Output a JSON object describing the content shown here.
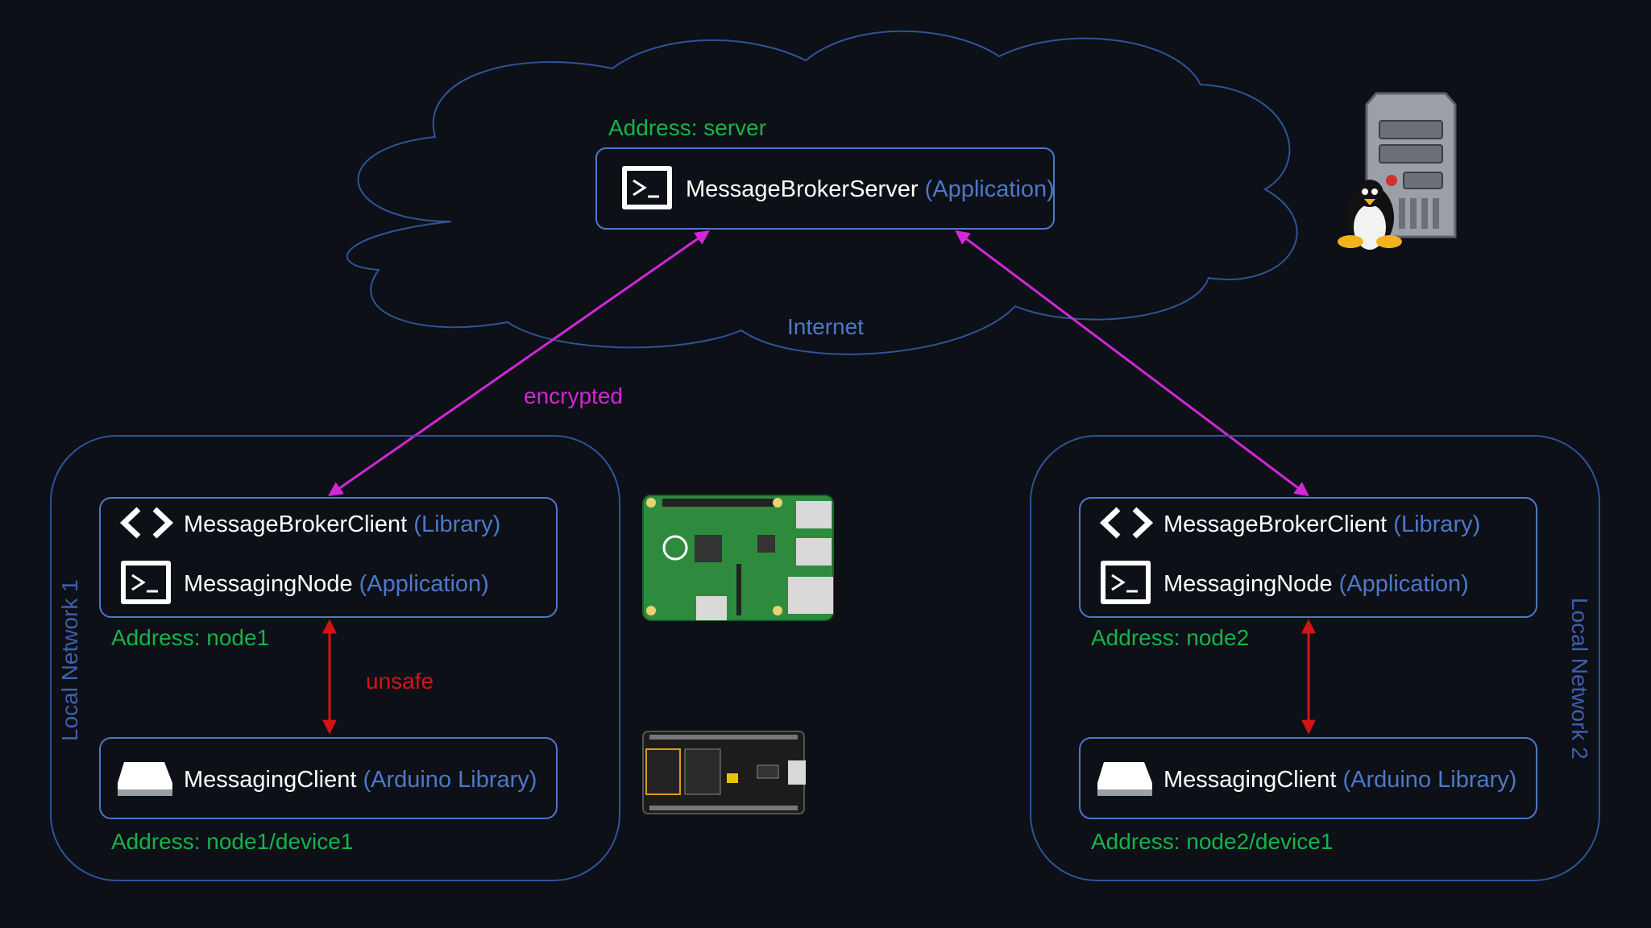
{
  "colors": {
    "background": "#0d1017",
    "box_border": "#4d78c8",
    "encrypted_link": "#d326d9",
    "unsafe_link": "#d31414",
    "address": "#16b34a",
    "type_label": "#4d78c8"
  },
  "cloud": {
    "label": "Internet",
    "server": {
      "address": "Address: server",
      "name": "MessageBrokerServer",
      "type": "(Application)",
      "icon": "terminal-icon"
    },
    "server_hardware_icon": "linux-server-icon"
  },
  "links": {
    "encrypted_label": "encrypted",
    "unsafe_label": "unsafe"
  },
  "network1": {
    "label": "Local Network 1",
    "node": {
      "library_name": "MessageBrokerClient",
      "library_type": "(Library)",
      "app_name": "MessagingNode",
      "app_type": "(Application)",
      "address": "Address: node1"
    },
    "device": {
      "name": "MessagingClient",
      "type": "(Arduino Library)",
      "address": "Address: node1/device1"
    }
  },
  "network2": {
    "label": "Local Network 2",
    "node": {
      "library_name": "MessageBrokerClient",
      "library_type": "(Library)",
      "app_name": "MessagingNode",
      "app_type": "(Application)",
      "address": "Address: node2"
    },
    "device": {
      "name": "MessagingClient",
      "type": "(Arduino Library)",
      "address": "Address: node2/device1"
    }
  },
  "hardware": {
    "raspberry_pi_icon": "raspberry-pi-board-icon",
    "esp_board_icon": "esp8266-board-icon"
  }
}
